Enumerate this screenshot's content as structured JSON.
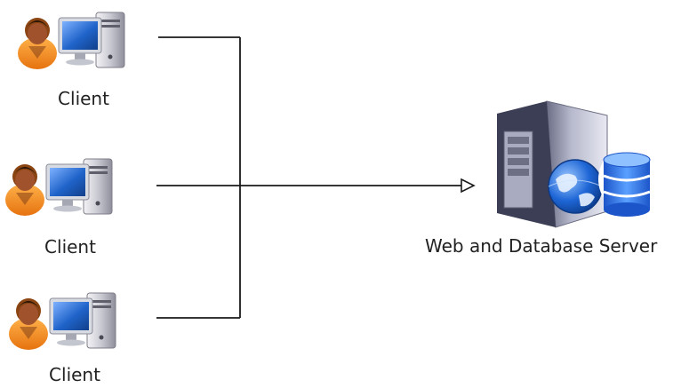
{
  "diagram": {
    "clients": [
      {
        "label": "Client",
        "icons": [
          "user-icon",
          "desktop-computer-icon"
        ]
      },
      {
        "label": "Client",
        "icons": [
          "user-icon",
          "desktop-computer-icon"
        ]
      },
      {
        "label": "Client",
        "icons": [
          "user-icon",
          "desktop-computer-icon"
        ]
      }
    ],
    "server": {
      "label": "Web and Database Server",
      "icons": [
        "server-tower-icon",
        "globe-icon",
        "database-icon"
      ]
    },
    "connections": [
      {
        "from": "clients",
        "to": "server",
        "arrow": "hollow-triangle"
      }
    ]
  },
  "colors": {
    "line": "#1a1a1a",
    "monitor_screen": "#1f63c9",
    "tower_body": "#9a9aa8",
    "user_skin": "#a0522d",
    "user_shirt": "#f08a1e",
    "globe": "#1e66d6",
    "database": "#2a6ef0"
  }
}
